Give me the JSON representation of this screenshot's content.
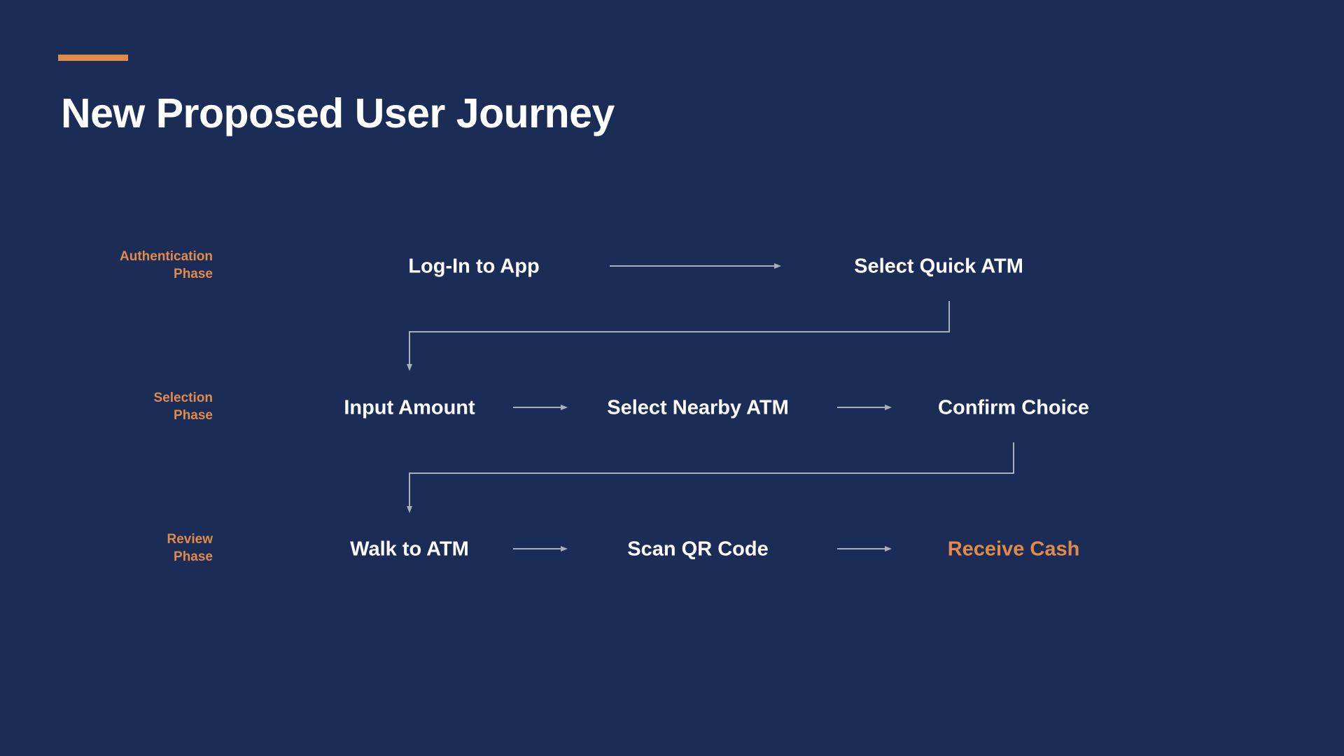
{
  "title": "New Proposed User Journey",
  "colors": {
    "background": "#1b2d57",
    "accent": "#e08a4c",
    "text": "#ffffff",
    "connector": "#a9b0bd"
  },
  "phases": [
    {
      "line1": "Authentication",
      "line2": "Phase"
    },
    {
      "line1": "Selection",
      "line2": "Phase"
    },
    {
      "line1": "Review",
      "line2": "Phase"
    }
  ],
  "steps": {
    "authentication": [
      "Log-In to App",
      "Select Quick ATM"
    ],
    "selection": [
      "Input Amount",
      "Select Nearby ATM",
      "Confirm Choice"
    ],
    "review": [
      "Walk to ATM",
      "Scan QR Code",
      "Receive Cash"
    ]
  }
}
